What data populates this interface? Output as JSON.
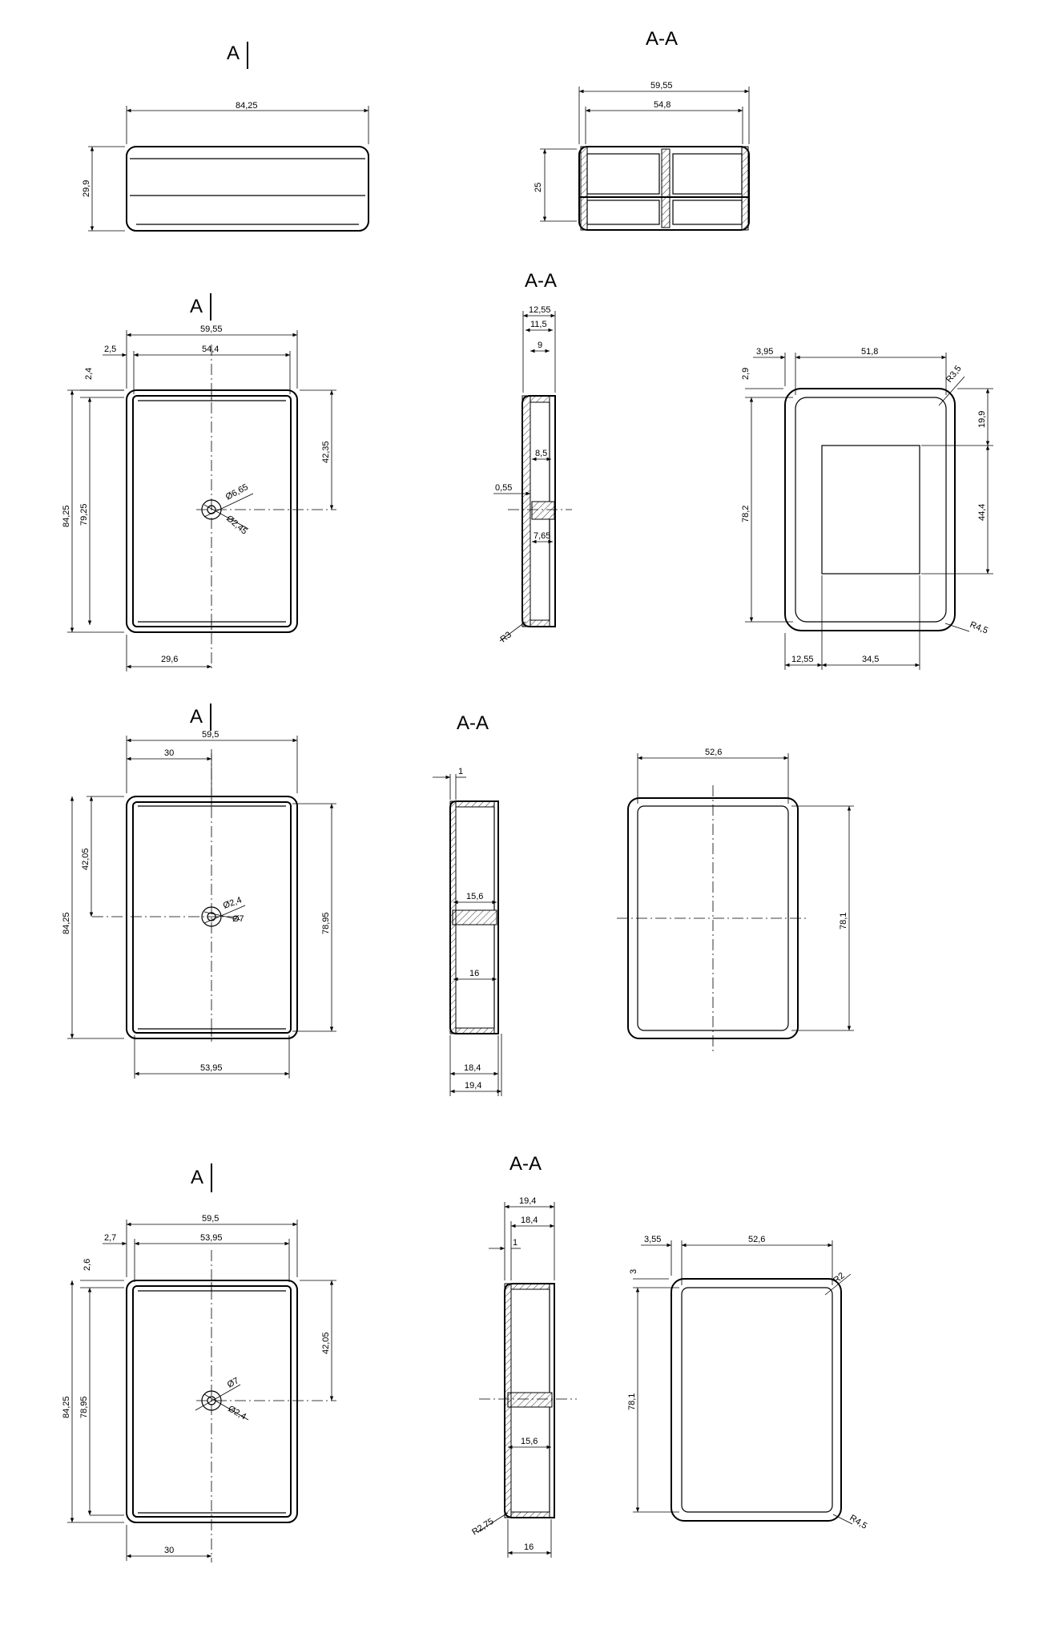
{
  "row1": {
    "view_label": "A",
    "section_label": "A-A",
    "dims": {
      "length": "84,25",
      "height": "29,9",
      "sec_outer": "59,55",
      "sec_inner": "54,8",
      "sec_height": "25"
    }
  },
  "row2": {
    "view_label": "A",
    "section_label": "A-A",
    "top": {
      "width": "59,55",
      "inner": "54,4",
      "wall_x": "2,5",
      "wall_y": "2,4",
      "length": "84,25",
      "inner_len": "79,25",
      "half": "42,35",
      "hole_outer": "Ø6,65",
      "hole_inner": "Ø2,45",
      "half_w": "29,6"
    },
    "section": {
      "d1": "12,55",
      "d2": "11,5",
      "d3": "9",
      "d4": "8,5",
      "d5": "0,55",
      "d6": "7,65",
      "radius": "R3"
    },
    "right": {
      "d1": "3,95",
      "d2": "51,8",
      "d3": "2,9",
      "r1": "R3,5",
      "d4": "19,9",
      "d5": "78,2",
      "d6": "44,4",
      "r2": "R4,5",
      "d7": "12,55",
      "d8": "34,5"
    }
  },
  "row3": {
    "view_label": "A",
    "section_label": "A-A",
    "top": {
      "width": "59,5",
      "half_w": "30",
      "half_len": "42,05",
      "length": "84,25",
      "inner_len": "78,95",
      "hole_a": "Ø2,4",
      "hole_b": "Ø7",
      "inner_w": "53,95"
    },
    "section": {
      "wall": "1",
      "d1": "15,6",
      "d2": "16",
      "d3": "18,4",
      "d4": "19,4"
    },
    "right": {
      "width": "52,6",
      "len": "78,1"
    }
  },
  "row4": {
    "view_label": "A",
    "section_label": "A-A",
    "top": {
      "wall_x": "2,7",
      "width": "59,5",
      "inner": "53,95",
      "wall_y": "2,6",
      "length": "84,25",
      "inner_len": "78,95",
      "half_len": "42,05",
      "hole_a": "Ø7",
      "hole_b": "Ø2,4",
      "half_w": "30"
    },
    "section": {
      "d4": "19,4",
      "d3": "18,4",
      "wall": "1",
      "d1": "15,6",
      "radius": "R2,75",
      "d2": "16"
    },
    "right": {
      "d1": "3,55",
      "d2": "52,6",
      "d3": "3",
      "r1": "R2",
      "len": "78,1",
      "r2": "R4,5"
    }
  }
}
